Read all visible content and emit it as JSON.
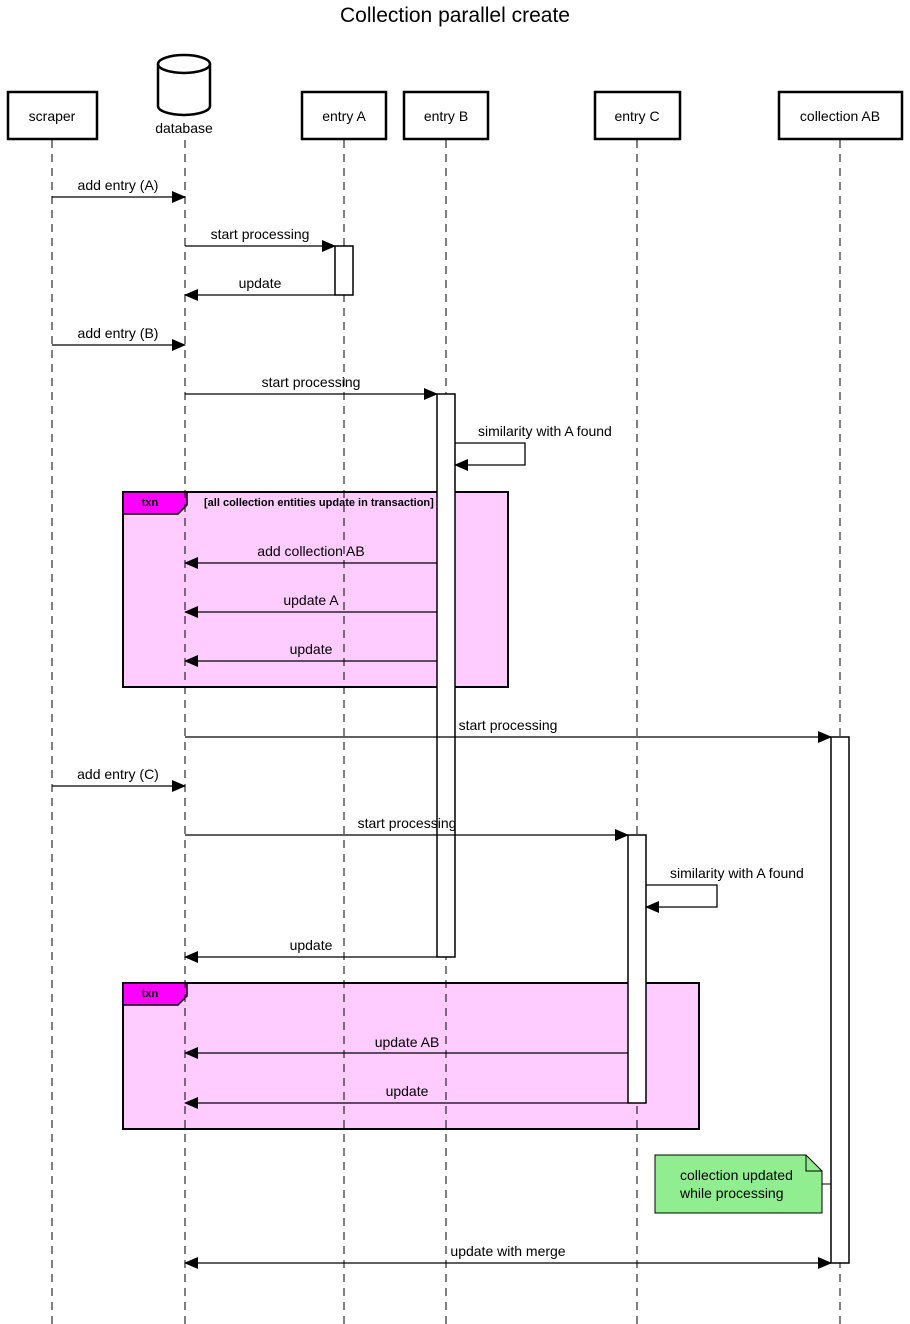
{
  "title": "Collection parallel create",
  "participants": [
    {
      "id": "scraper",
      "label": "scraper",
      "kind": "box"
    },
    {
      "id": "database",
      "label": "database",
      "kind": "database"
    },
    {
      "id": "entryA",
      "label": "entry A",
      "kind": "box"
    },
    {
      "id": "entryB",
      "label": "entry B",
      "kind": "box"
    },
    {
      "id": "entryC",
      "label": "entry C",
      "kind": "box"
    },
    {
      "id": "collectionAB",
      "label": "collection AB",
      "kind": "box"
    }
  ],
  "groups": [
    {
      "tag": "txn",
      "condition": "[all collection entities update in transaction]"
    },
    {
      "tag": "txn",
      "condition": ""
    }
  ],
  "messages": [
    {
      "from": "scraper",
      "to": "database",
      "label": "add entry (A)"
    },
    {
      "from": "database",
      "to": "entryA",
      "label": "start processing"
    },
    {
      "from": "entryA",
      "to": "database",
      "label": "update"
    },
    {
      "from": "scraper",
      "to": "database",
      "label": "add entry (B)"
    },
    {
      "from": "database",
      "to": "entryB",
      "label": "start processing"
    },
    {
      "from": "entryB",
      "to": "entryB",
      "label": "similarity with A found"
    },
    {
      "from": "entryB",
      "to": "database",
      "label": "add collection AB"
    },
    {
      "from": "entryB",
      "to": "database",
      "label": "update A"
    },
    {
      "from": "entryB",
      "to": "database",
      "label": "update"
    },
    {
      "from": "database",
      "to": "collectionAB",
      "label": "start processing"
    },
    {
      "from": "scraper",
      "to": "database",
      "label": "add entry (C)"
    },
    {
      "from": "database",
      "to": "entryC",
      "label": "start processing"
    },
    {
      "from": "entryC",
      "to": "entryC",
      "label": "similarity with A found"
    },
    {
      "from": "entryB",
      "to": "database",
      "label": "update"
    },
    {
      "from": "entryC",
      "to": "database",
      "label": "update AB"
    },
    {
      "from": "entryC",
      "to": "database",
      "label": "update"
    },
    {
      "from": "database",
      "to": "collectionAB",
      "label": "update with merge",
      "bidirectional": true
    }
  ],
  "note": {
    "lines": [
      "collection updated",
      "while processing"
    ],
    "color": "#90ee90"
  },
  "colors": {
    "group_fill": "#ffccff",
    "group_tag": "#ff00ff",
    "note_fill": "#90ee90"
  }
}
